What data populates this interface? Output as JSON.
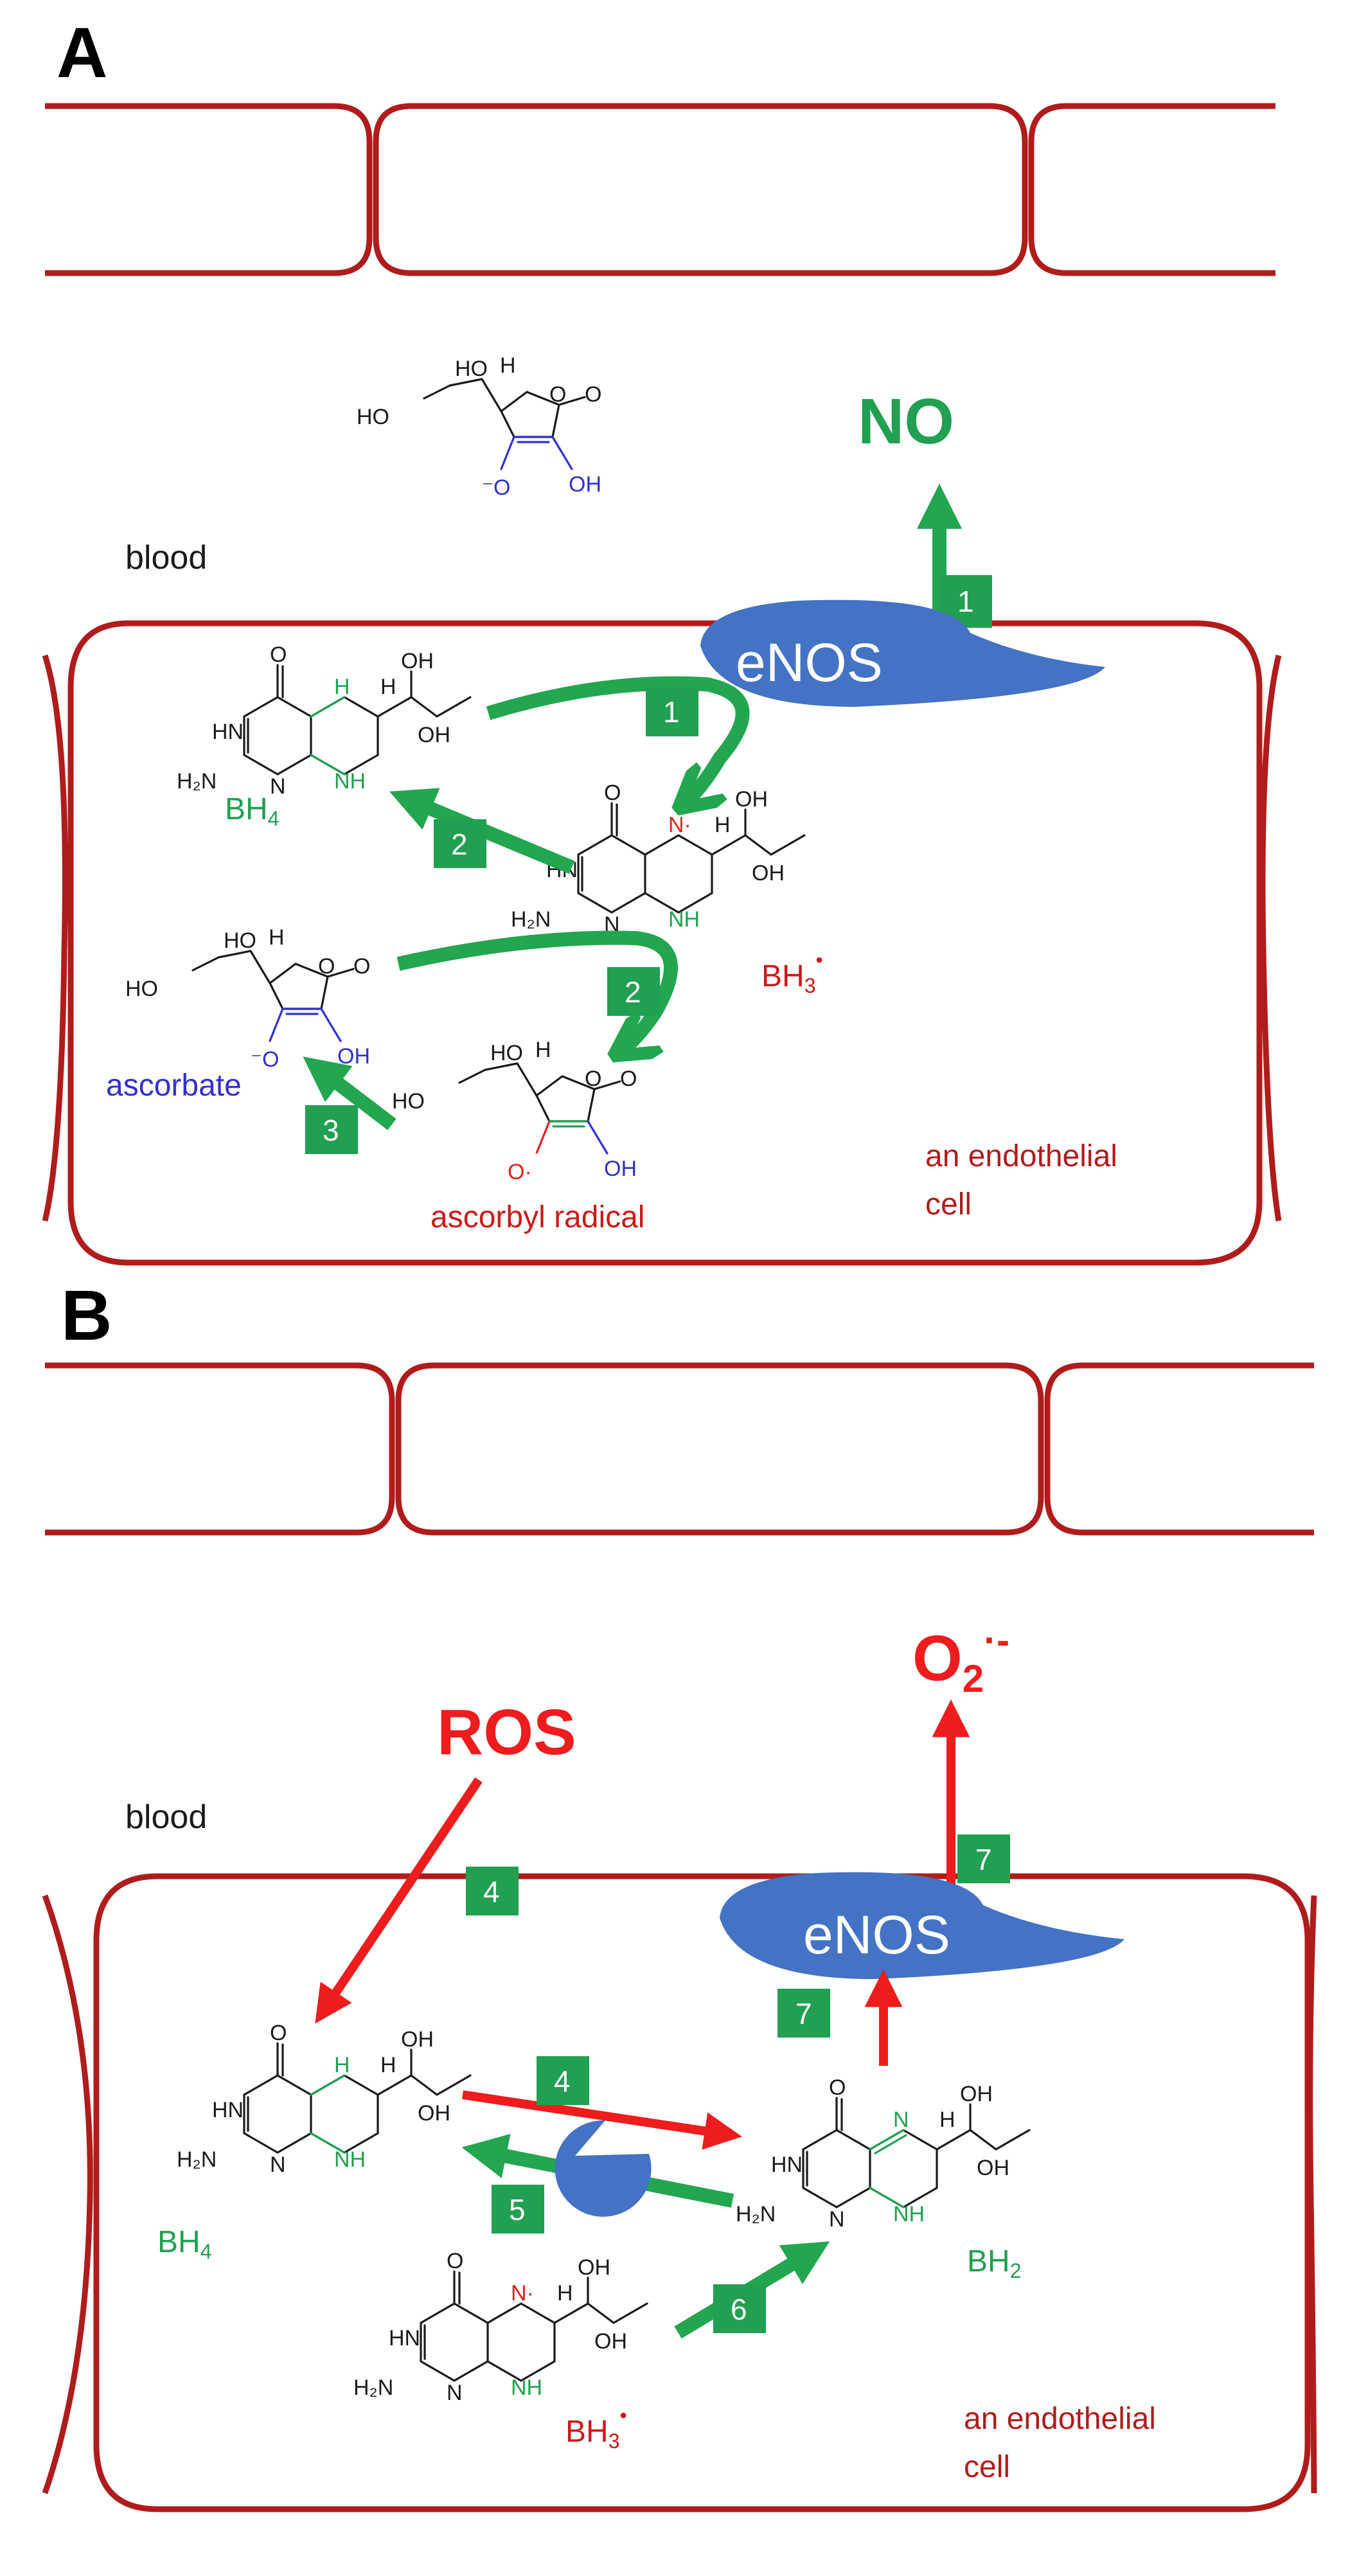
{
  "panels": {
    "a": "A",
    "b": "B"
  },
  "labels": {
    "blood_a": "blood",
    "blood_b": "blood",
    "no": "NO",
    "enos_a": "eNOS",
    "enos_b": "eNOS",
    "bh4_a": "BH",
    "bh4_a_sub": "4",
    "bh3_a": "BH",
    "bh3_a_sub": "3",
    "bh3_a_sup": "•",
    "ascorbate": "ascorbate",
    "ascorbyl_radical": "ascorbyl radical",
    "cell_a_line1": "an endothelial",
    "cell_a_line2": "cell",
    "ros": "ROS",
    "o2": "O",
    "o2_sub": "2",
    "o2_sup": "·-",
    "bh4_b": "BH",
    "bh4_b_sub": "4",
    "bh2_b": "BH",
    "bh2_b_sub": "2",
    "bh3_b": "BH",
    "bh3_b_sub": "3",
    "bh3_b_sup": "•",
    "cell_b_line1": "an endothelial",
    "cell_b_line2": "cell"
  },
  "steps": {
    "a1_top": "1",
    "a1_curve": "1",
    "a2_left": "2",
    "a2_curve": "2",
    "a3": "3",
    "b4_ros": "4",
    "b4_mid": "4",
    "b5": "5",
    "b6": "6",
    "b7_top": "7",
    "b7_low": "7"
  },
  "atoms": {
    "O": "O",
    "HO": "HO",
    "OH": "OH",
    "H": "H",
    "HN": "HN",
    "H2N": "H₂N",
    "N": "N",
    "NH": "NH",
    "Ominus": "⁻O",
    "Odot": "O·",
    "Ndot": "N·",
    "ring_N": "N"
  },
  "colors": {
    "wall": "#b01c1c",
    "green": "#20a050",
    "red": "#ee1c1c",
    "blue_ascorbate": "#3030d0",
    "enos_fill": "#4472c4"
  }
}
